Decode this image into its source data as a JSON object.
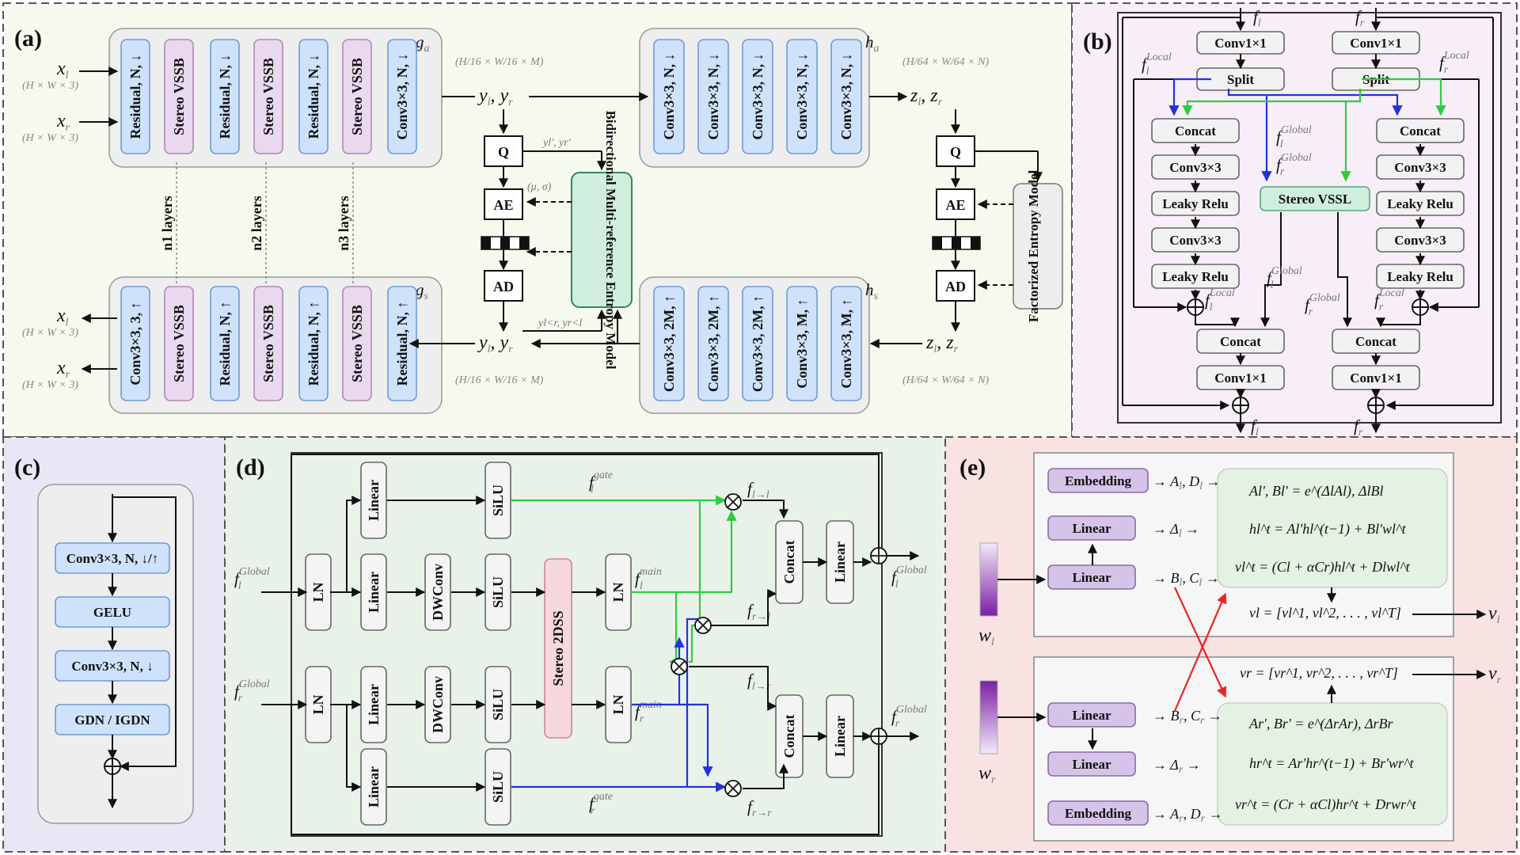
{
  "a": {
    "label": "(a)",
    "x_l": "x",
    "x_l_sub": "l",
    "x_r": "x",
    "x_r_sub": "r",
    "input_dim": "(H × W × 3)",
    "g_a": "g",
    "g_a_sub": "a",
    "g_s": "g",
    "g_s_sub": "s",
    "h_a": "h",
    "h_a_sub": "a",
    "h_s": "h",
    "h_s_sub": "s",
    "enc_blocks": [
      "Residual, N, ↓",
      "Stereo VSSB",
      "Residual, N, ↓",
      "Stereo VSSB",
      "Residual, N, ↓",
      "Stereo VSSB",
      "Conv3×3, N, ↓"
    ],
    "dec_blocks": [
      "Conv3×3, 3, ↑",
      "Stereo VSSB",
      "Residual, N, ↑",
      "Stereo VSSB",
      "Residual, N, ↑",
      "Stereo VSSB",
      "Residual, N, ↑"
    ],
    "ha_blocks": [
      "Conv3×3, N, ↓",
      "Conv3×3, N, ↓",
      "Conv3×3, N, ↓",
      "Conv3×3, N, ↓",
      "Conv3×3, N, ↓"
    ],
    "hs_blocks": [
      "Conv3×3, 2M, ↑",
      "Conv3×3, 2M, ↑",
      "Conv3×3, 2M, ↑",
      "Conv3×3, M, ↑",
      "Conv3×3, M, ↑"
    ],
    "layers": [
      "n1 layers",
      "n2 layers",
      "n3 layers"
    ],
    "y_label": "y",
    "y_sub": "l",
    "y_sub2": "r",
    "z_label": "z",
    "z_sub": "l",
    "z_sub2": "r",
    "y_dim": "(H/16 × W/16 × M)",
    "z_dim": "(H/64 × W/64 × N)",
    "q": "Q",
    "ae": "AE",
    "ad": "AD",
    "mu_sigma": "(μ, σ)",
    "yprime": "yl', yr'",
    "ycr": "yl<r, yr<l",
    "bmem": "Bidirectional Multi-reference Entropy Model",
    "fem": "Factorized Entropy Model"
  },
  "b": {
    "label": "(b)",
    "conv1": "Conv1×1",
    "split": "Split",
    "concat": "Concat",
    "conv3": "Conv3×3",
    "lrelu": "Leaky Relu",
    "stereo_vssl": "Stereo VSSL",
    "local": "Local",
    "global": "Global"
  },
  "c": {
    "label": "(c)",
    "blocks": [
      "Conv3×3, N, ↓/↑",
      "GELU",
      "Conv3×3, N, ↓",
      "GDN / IGDN"
    ]
  },
  "d": {
    "label": "(d)",
    "ln": "LN",
    "linear": "Linear",
    "dwconv": "DWConv",
    "silu": "SiLU",
    "stereo2dss": "Stereo 2DSS",
    "concat": "Concat",
    "gate": "gate",
    "main": "main",
    "global": "Global"
  },
  "e": {
    "label": "(e)",
    "embedding": "Embedding",
    "linear": "Linear",
    "eq_l1": "Al', Bl' = e^(ΔlAl), ΔlBl",
    "eq_l2": "hl^t = Al'hl^(t−1) + Bl'wl^t",
    "eq_l3": "vl^t = (Cl + αCr)hl^t + Dlwl^t",
    "eq_l4": "vl = [vl^1, vl^2, . . . , vl^T]",
    "eq_r1": "Ar', Br' = e^(ΔrAr), ΔrBr",
    "eq_r2": "hr^t = Ar'hr^(t−1) + Br'wr^t",
    "eq_r3": "vr^t = (Cr + αCl)hr^t + Drwr^t",
    "eq_r4": "vr = [vr^1, vr^2, . . . , vr^T]",
    "wl": "w",
    "wr": "w",
    "vl": "v",
    "vr": "v",
    "alpha_color": "#ee2222"
  },
  "colors": {
    "blue_block": "#cfe2fb",
    "purple_block": "#ead8ee",
    "green_block": "#cfeedd",
    "pink_block": "#f7d8dc",
    "e_purple": "#d6c4e8",
    "green_line": "#2ecc40",
    "blue_line": "#2233dd",
    "red_line": "#ee2222"
  }
}
